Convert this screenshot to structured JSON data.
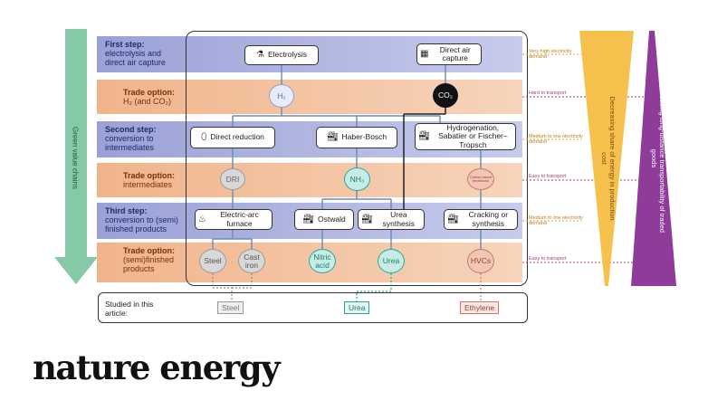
{
  "steps": [
    {
      "title": "First step:",
      "desc": "electrolysis and direct air capture"
    },
    {
      "title": "Trade option:",
      "desc": "H₂ (and CO₂)"
    },
    {
      "title": "Second step:",
      "desc": "conversion to intermediates"
    },
    {
      "title": "Trade option:",
      "desc": "intermediates"
    },
    {
      "title": "Third step:",
      "desc": "conversion to (semi) finished products"
    },
    {
      "title": "Trade option:",
      "desc": "(semi)finished products"
    }
  ],
  "left_arrow_label": "Green value chains",
  "processes": {
    "electrolysis": "Electrolysis",
    "dac": "Direct air capture",
    "direct_reduction": "Direct reduction",
    "haber_bosch": "Haber-Bosch",
    "hydrogenation": "Hydrogenation, Sabatier or Fischer–Tropsch",
    "eaf": "Electric-arc furnace",
    "ostwald": "Ostwald",
    "urea_synthesis": "Urea synthesis",
    "cracking": "Cracking or synthesis"
  },
  "commodities": {
    "h2": "H₂",
    "co2": "CO₂",
    "dri": "DRI",
    "nh3": "NH₃",
    "carbon": "Carbon-based feedstocks",
    "steel": "Steel",
    "cast_iron": "Cast iron",
    "nitric_acid": "Nitric acid",
    "urea": "Urea",
    "hvcs": "HVCs"
  },
  "right_labels": [
    "Very high electricity demand",
    "Hard to transport",
    "Medium to low electricity demand",
    "Easy to transport",
    "Medium to low electricity demand",
    "Easy to transport"
  ],
  "studied": {
    "label": "Studied in this article:",
    "items": [
      "Steel",
      "Urea",
      "Ethylene"
    ]
  },
  "wedge_orange": "Decreasing share of energy in production cost",
  "wedge_purple": "Increasing long-distance transportability of traded goods",
  "brand": "nature energy",
  "colors": {
    "blue_band": "#9aa1d6",
    "orange_band": "#f0b48a",
    "green": "#7cc3a0",
    "teal": "#2aa6a0",
    "gray": "#9a9a9a",
    "salmon": "#c77a6b",
    "orange_wedge": "#f5c04c",
    "purple_wedge": "#8e3b9a"
  }
}
